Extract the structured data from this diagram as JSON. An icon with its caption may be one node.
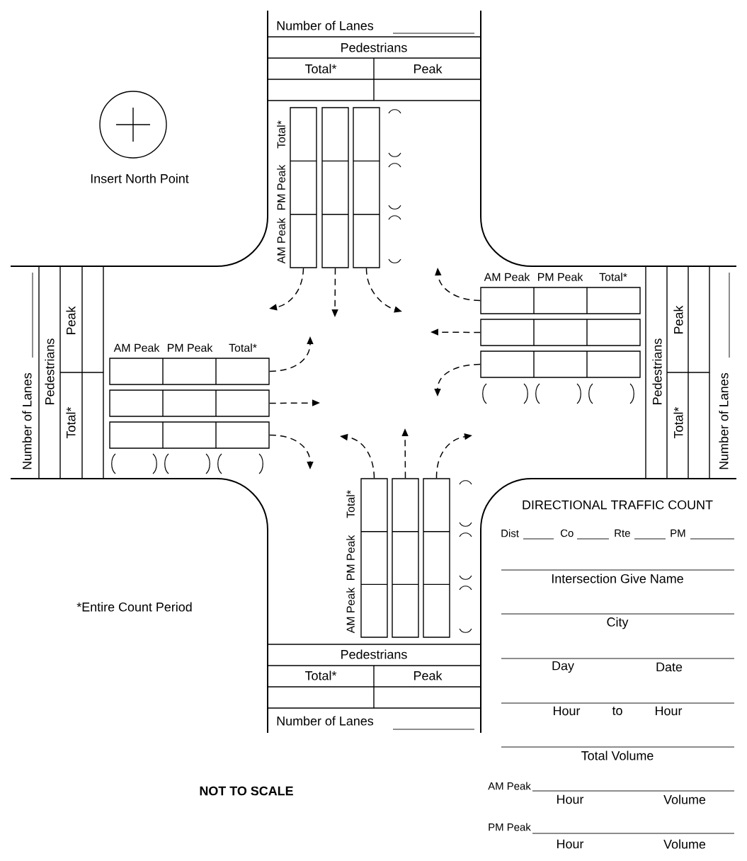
{
  "diagram": {
    "nodes": [
      {
        "text": [],
        "shape": "box"
      },
      {
        "text": [],
        "shape": "box"
      },
      {
        "text": [],
        "shape": "box"
      },
      {
        "text": [],
        "shape": "box"
      },
      {
        "text": [],
        "shape": "box"
      },
      {
        "text": [],
        "shape": "box"
      },
      {
        "text": [],
        "shape": "box"
      },
      {
        "text": [],
        "shape": "box"
      },
      {
        "text": [],
        "shape": "box"
      },
      {
        "text": [],
        "shape": "box"
      },
      {
        "text": [],
        "shape": "box"
      },
      {
        "text": [],
        "shape": "box"
      }
    ],
    "edges": [
      {
        "from": 0,
        "to": null,
        "arrow": "to",
        "style": "dashed"
      },
      {
        "from": 1,
        "to": null,
        "arrow": "to",
        "style": "dashed"
      },
      {
        "from": 2,
        "to": null,
        "arrow": "to",
        "style": "dashed"
      },
      {
        "from": 3,
        "to": null,
        "arrow": "to",
        "style": "dashed"
      },
      {
        "from": 4,
        "to": null,
        "arrow": "to",
        "style": "dashed"
      },
      {
        "from": 5,
        "to": null,
        "arrow": "to",
        "style": "dashed"
      },
      {
        "from": 6,
        "to": null,
        "arrow": "to",
        "style": "dashed"
      },
      {
        "from": 7,
        "to": null,
        "arrow": "to",
        "style": "dashed"
      },
      {
        "from": 8,
        "to": null,
        "arrow": "to",
        "style": "dashed"
      },
      {
        "from": 9,
        "to": null,
        "arrow": "to",
        "style": "dashed"
      },
      {
        "from": 10,
        "to": null,
        "arrow": "to",
        "style": "dashed"
      },
      {
        "from": 11,
        "to": null,
        "arrow": "to",
        "style": "dashed"
      }
    ],
    "labels": [
      "Number of Lanes",
      "Pedestrians",
      "Total*",
      "Peak",
      "Insert North Point",
      "Total*",
      "PM Peak",
      "AM Peak",
      "AM Peak",
      "PM Peak",
      "Total*",
      "Number of Lanes",
      "Pedestrians",
      "Peak",
      "Total*",
      "AM Peak",
      "PM Peak",
      "Total*",
      "Pedestrians",
      "Peak",
      "Total*",
      "Number of Lanes",
      "DIRECTIONAL TRAFFIC COUNT",
      "Total*",
      "PM Peak",
      "AM Peak",
      "Dist",
      "Co",
      "Rte",
      "PM",
      "Intersection Give Name",
      "*Entire Count Period",
      "City",
      "Pedestrians",
      "Total*",
      "Peak",
      "Day",
      "Date",
      "Hour",
      "to",
      "Hour",
      "Number of Lanes",
      "Total Volume",
      "AM Peak",
      "NOT TO SCALE",
      "Hour",
      "Volume",
      "PM Peak",
      "Hour",
      "Volume"
    ]
  }
}
